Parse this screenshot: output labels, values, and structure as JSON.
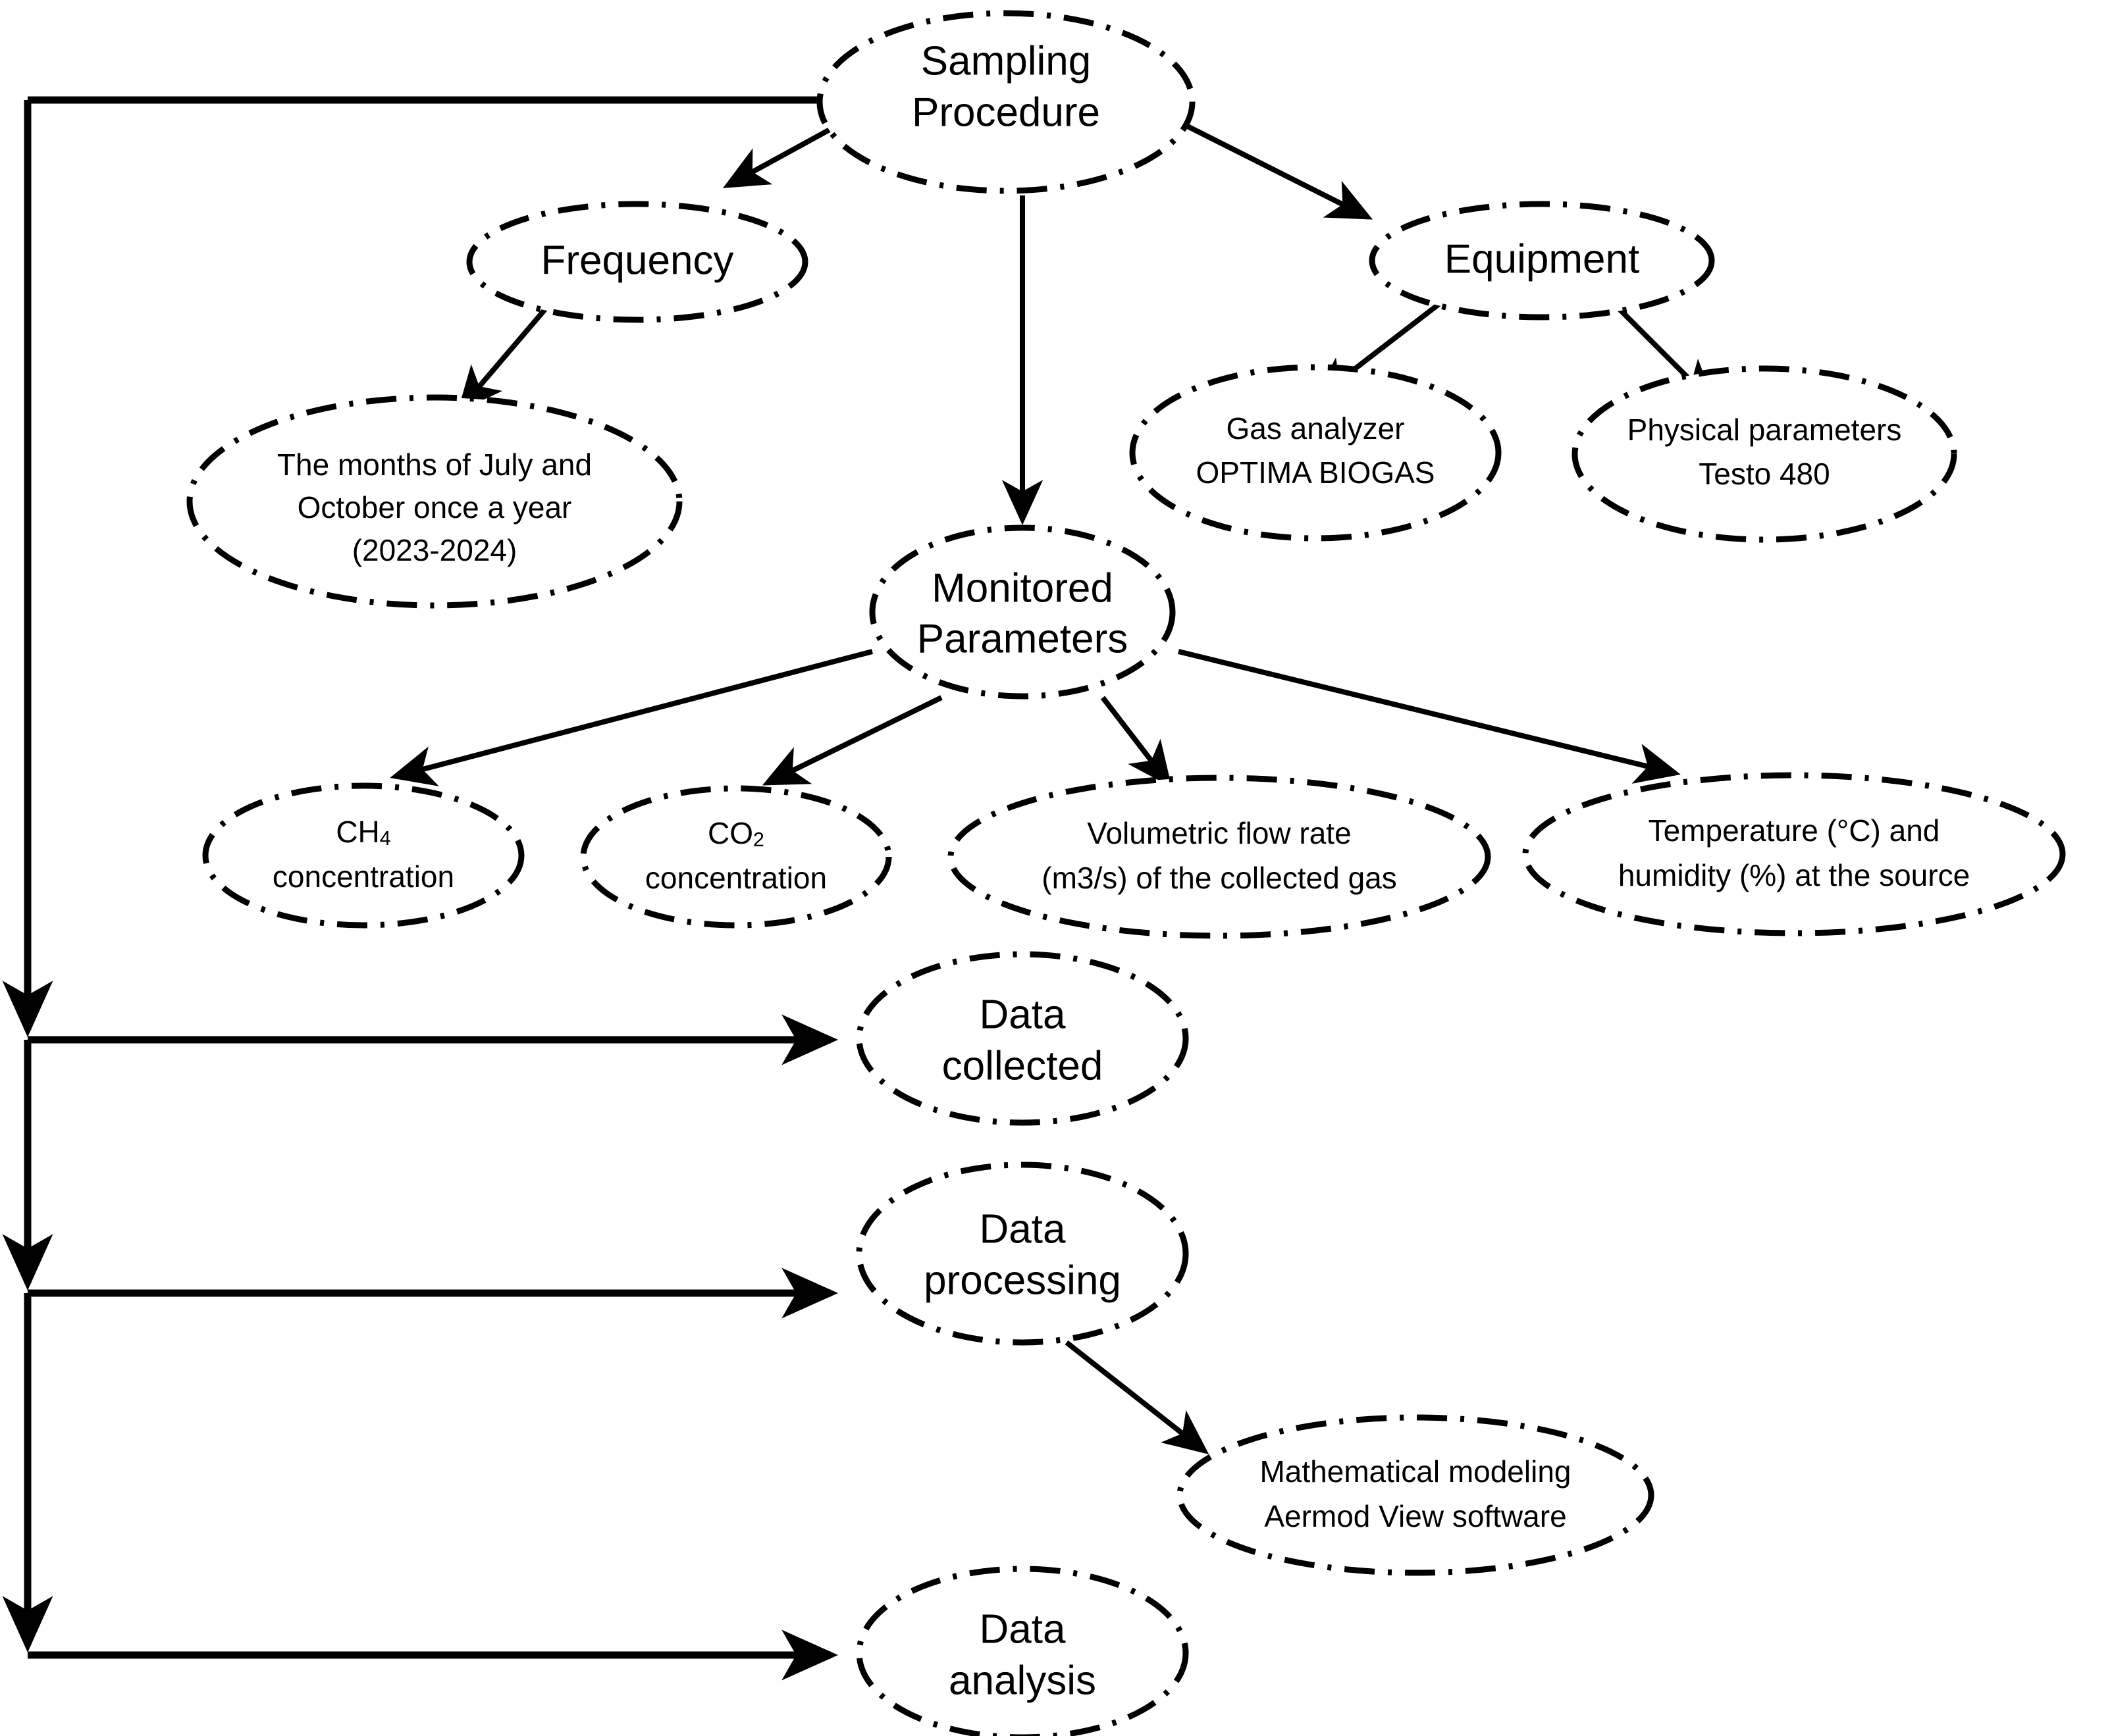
{
  "diagram": {
    "title": "Sampling Procedure methodology flowchart",
    "style": {
      "node_border_color": "#000000",
      "node_fill_color": "#ffffff",
      "edge_color": "#000000",
      "background_color": "#ffffff",
      "node_border_style": "dash-dot"
    },
    "nodes": {
      "sampling_procedure": {
        "line1": "Sampling",
        "line2": "Procedure"
      },
      "frequency": {
        "line1": "Frequency"
      },
      "months": {
        "line1": "The months of July and",
        "line2": "October once a year",
        "line3": "(2023-2024)"
      },
      "equipment": {
        "line1": "Equipment"
      },
      "gas_analyzer": {
        "line1": "Gas analyzer",
        "line2": "OPTIMA BIOGAS"
      },
      "physical_parameters": {
        "line1": "Physical parameters",
        "line2": "Testo 480"
      },
      "monitored_parameters": {
        "line1": "Monitored",
        "line2": "Parameters"
      },
      "ch4": {
        "formula_main": "CH",
        "formula_sub": "4",
        "line2": "concentration"
      },
      "co2": {
        "formula_main": "CO",
        "formula_sub": "2",
        "line2": "concentration"
      },
      "flow_rate": {
        "line1": "Volumetric flow rate",
        "line2": "(m3/s) of the collected gas"
      },
      "temp_humidity": {
        "line1": "Temperature (°C) and",
        "line2": "humidity (%) at the source"
      },
      "data_collected": {
        "line1": "Data",
        "line2": "collected"
      },
      "data_processing": {
        "line1": "Data",
        "line2": "processing"
      },
      "math_modeling": {
        "line1": "Mathematical modeling",
        "line2": "Aermod View software"
      },
      "data_analysis": {
        "line1": "Data",
        "line2": "analysis"
      }
    },
    "edges": [
      {
        "from": "sampling_procedure",
        "to": "frequency"
      },
      {
        "from": "sampling_procedure",
        "to": "equipment"
      },
      {
        "from": "sampling_procedure",
        "to": "monitored_parameters"
      },
      {
        "from": "frequency",
        "to": "months"
      },
      {
        "from": "equipment",
        "to": "gas_analyzer"
      },
      {
        "from": "equipment",
        "to": "physical_parameters"
      },
      {
        "from": "monitored_parameters",
        "to": "ch4"
      },
      {
        "from": "monitored_parameters",
        "to": "co2"
      },
      {
        "from": "monitored_parameters",
        "to": "flow_rate"
      },
      {
        "from": "monitored_parameters",
        "to": "temp_humidity"
      },
      {
        "from": "sampling_procedure",
        "to": "data_collected"
      },
      {
        "from": "sampling_procedure",
        "to": "data_processing"
      },
      {
        "from": "sampling_procedure",
        "to": "data_analysis"
      },
      {
        "from": "data_processing",
        "to": "math_modeling"
      }
    ]
  }
}
